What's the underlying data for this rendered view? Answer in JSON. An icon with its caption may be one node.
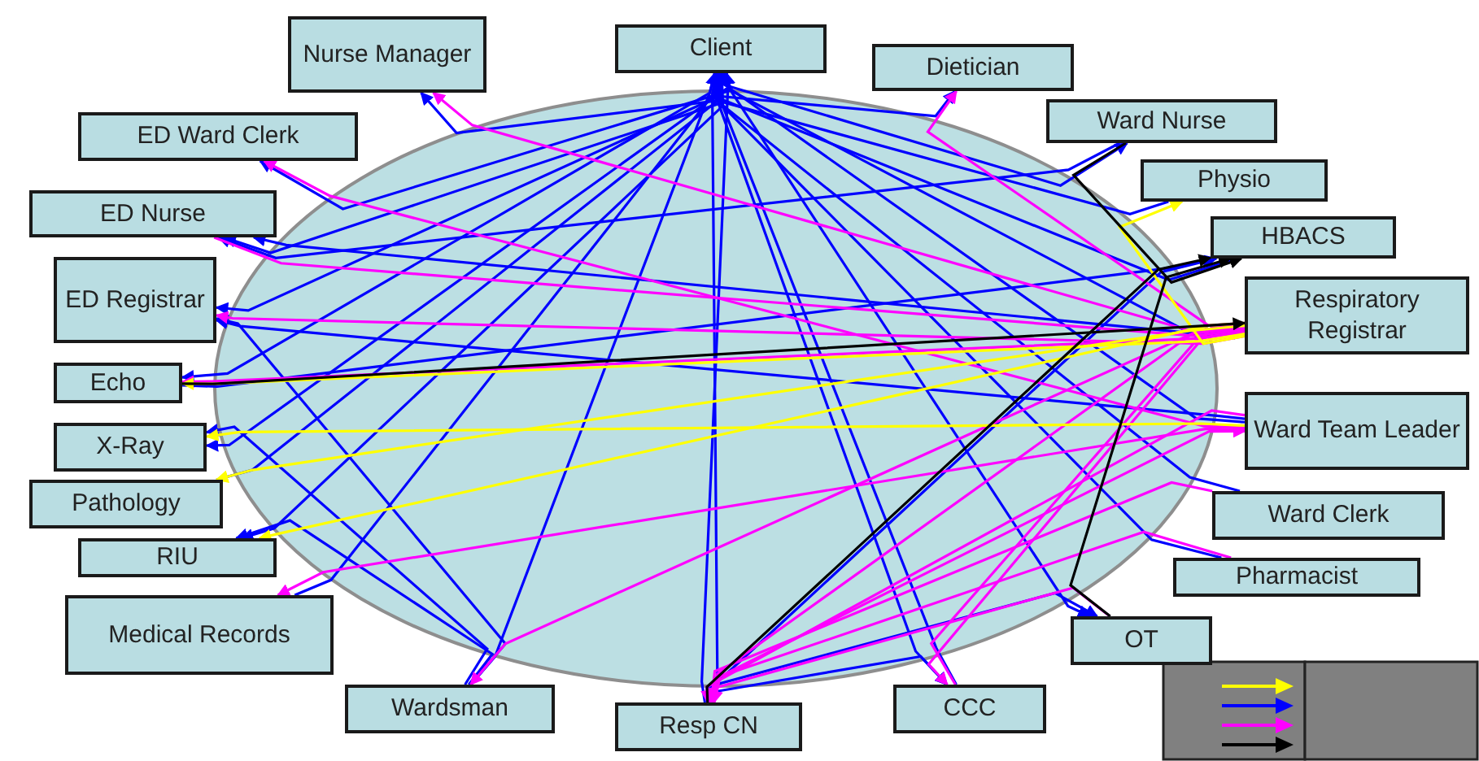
{
  "diagram": {
    "nodes": [
      {
        "text": [
          "Client"
        ]
      },
      {
        "text": [
          "Nurse Manager"
        ]
      },
      {
        "text": [
          "Dietician"
        ]
      },
      {
        "text": [
          "ED Ward Clerk"
        ]
      },
      {
        "text": [
          "Ward Nurse"
        ]
      },
      {
        "text": [
          "Physio"
        ]
      },
      {
        "text": [
          "ED Nurse"
        ]
      },
      {
        "text": [
          "HBACS"
        ]
      },
      {
        "text": [
          "ED Registrar"
        ]
      },
      {
        "text": [
          "Respiratory Registrar"
        ]
      },
      {
        "text": [
          "Echo"
        ]
      },
      {
        "text": [
          "X-Ray"
        ]
      },
      {
        "text": [
          "Ward Team Leader"
        ]
      },
      {
        "text": [
          "Pathology"
        ]
      },
      {
        "text": [
          "RIU"
        ]
      },
      {
        "text": [
          "Ward Clerk"
        ]
      },
      {
        "text": [
          "Medical Records"
        ]
      },
      {
        "text": [
          "Pharmacist"
        ]
      },
      {
        "text": [
          "OT"
        ]
      },
      {
        "text": [
          "Wardsman"
        ]
      },
      {
        "text": [
          "Resp CN"
        ]
      },
      {
        "text": [
          "CCC"
        ]
      }
    ],
    "edges": [
      {
        "from": 0,
        "to": 1,
        "arrow": "to"
      },
      {
        "from": 0,
        "to": 2,
        "arrow": "to"
      },
      {
        "from": 0,
        "to": 3,
        "arrow": "to"
      },
      {
        "from": 0,
        "to": 4,
        "arrow": "to"
      },
      {
        "from": 0,
        "to": 6,
        "arrow": "to"
      },
      {
        "from": 0,
        "to": 8,
        "arrow": "to"
      },
      {
        "from": 0,
        "to": 10,
        "arrow": "to"
      },
      {
        "from": 0,
        "to": 11,
        "arrow": "to"
      },
      {
        "from": 0,
        "to": 14,
        "arrow": "to"
      },
      {
        "from": 0,
        "to": 21,
        "arrow": "to"
      },
      {
        "from": 0,
        "to": 20,
        "arrow": "to"
      },
      {
        "from": 0,
        "to": 18,
        "arrow": "to"
      },
      {
        "from": 5,
        "to": 0,
        "arrow": "to"
      },
      {
        "from": 7,
        "to": 0,
        "arrow": "to"
      },
      {
        "from": 9,
        "to": 0,
        "arrow": "to"
      },
      {
        "from": 12,
        "to": 0,
        "arrow": "to"
      },
      {
        "from": 15,
        "to": 0,
        "arrow": "to"
      },
      {
        "from": 17,
        "to": 0,
        "arrow": "to"
      },
      {
        "from": 19,
        "to": 0,
        "arrow": "to"
      },
      {
        "from": 20,
        "to": 0,
        "arrow": "to"
      },
      {
        "from": 21,
        "to": 0,
        "arrow": "to"
      },
      {
        "from": 13,
        "to": 0,
        "arrow": "to"
      },
      {
        "from": 16,
        "to": 0,
        "arrow": "to"
      },
      {
        "from": 19,
        "to": 14,
        "arrow": "to"
      },
      {
        "from": 19,
        "to": 11,
        "arrow": "to"
      },
      {
        "from": 19,
        "to": 8,
        "arrow": "to"
      },
      {
        "from": 20,
        "to": 21,
        "arrow": "to"
      },
      {
        "from": 20,
        "to": 18,
        "arrow": "to"
      },
      {
        "from": 9,
        "to": 6,
        "arrow": "to"
      },
      {
        "from": 12,
        "to": 8,
        "arrow": "to"
      },
      {
        "from": 4,
        "to": 6,
        "arrow": "to"
      },
      {
        "from": 20,
        "to": 7,
        "arrow": "to"
      },
      {
        "from": 10,
        "to": 7,
        "arrow": "to"
      },
      {
        "from": 9,
        "to": 1,
        "arrow": "to",
        "color": "#ff00ff"
      },
      {
        "from": 9,
        "to": 2,
        "arrow": "to",
        "color": "#ff00ff"
      },
      {
        "from": 9,
        "to": 8,
        "arrow": "to",
        "color": "#ff00ff"
      },
      {
        "from": 9,
        "to": 10,
        "arrow": "to",
        "color": "#ff00ff"
      },
      {
        "from": 9,
        "to": 20,
        "arrow": "to",
        "color": "#ff00ff"
      },
      {
        "from": 9,
        "to": 21,
        "arrow": "to",
        "color": "#ff00ff"
      },
      {
        "from": 12,
        "to": 20,
        "arrow": "to",
        "color": "#ff00ff"
      },
      {
        "from": 12,
        "to": 16,
        "arrow": "to",
        "color": "#ff00ff"
      },
      {
        "from": 17,
        "to": 20,
        "arrow": "to",
        "color": "#ff00ff"
      },
      {
        "from": 15,
        "to": 20,
        "arrow": "to",
        "color": "#ff00ff"
      },
      {
        "from": 18,
        "to": 20,
        "arrow": "to",
        "color": "#ff00ff"
      },
      {
        "from": 6,
        "to": 9,
        "arrow": "to",
        "color": "#ff00ff"
      },
      {
        "from": 12,
        "to": 3,
        "arrow": "to",
        "color": "#ff00ff"
      },
      {
        "from": 9,
        "to": 19,
        "arrow": "to",
        "color": "#ff00ff"
      },
      {
        "from": 20,
        "to": 12,
        "arrow": "to",
        "color": "#ff00ff"
      },
      {
        "from": 21,
        "to": 9,
        "arrow": "to",
        "color": "#ff00ff"
      },
      {
        "from": 9,
        "to": 10,
        "arrow": "to",
        "color": "#ffff00"
      },
      {
        "from": 12,
        "to": 11,
        "arrow": "to",
        "color": "#ffff00"
      },
      {
        "from": 9,
        "to": 13,
        "arrow": "to",
        "color": "#ffff00"
      },
      {
        "from": 9,
        "to": 14,
        "arrow": "to",
        "color": "#ffff00"
      },
      {
        "from": 9,
        "to": 5,
        "arrow": "to",
        "color": "#ffff00"
      },
      {
        "from": 20,
        "to": 7,
        "arrow": "to",
        "color": "#000000"
      },
      {
        "from": 10,
        "to": 9,
        "arrow": "to",
        "color": "#000000"
      },
      {
        "from": 4,
        "to": 7,
        "arrow": "to",
        "color": "#000000"
      },
      {
        "from": 18,
        "to": 7,
        "arrow": "to",
        "color": "#000000"
      }
    ]
  }
}
